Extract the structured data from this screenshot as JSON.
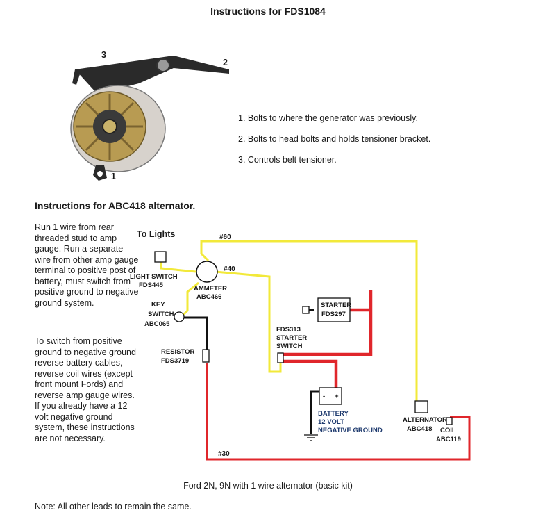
{
  "title": "Instructions for FDS1084",
  "photo": {
    "callout_numbers": [
      "3",
      "2",
      "1"
    ]
  },
  "callouts": [
    "1. Bolts to where the generator was previously.",
    "2. Bolts to head bolts and holds tensioner bracket.",
    "3. Controls belt tensioner."
  ],
  "section_title": "Instructions for ABC418 alternator.",
  "paragraph1": "Run 1 wire from rear threaded stud to amp gauge. Run a separate wire from other amp gauge terminal to positive post of battery, must switch from positive ground to negative ground system.",
  "paragraph2": "To switch from positive ground to negative ground reverse battery cables, reverse coil wires (except front mount Fords) and reverse amp gauge wires. If you already have a 12 volt negative ground system, these instructions are not necessary.",
  "diagram": {
    "to_lights": "To Lights",
    "light_switch": [
      "LIGHT SWITCH",
      "FDS445"
    ],
    "ammeter": [
      "AMMETER",
      "ABC466"
    ],
    "key_switch": [
      "KEY",
      "SWITCH",
      "ABC065"
    ],
    "resistor": [
      "RESISTOR",
      "FDS3719"
    ],
    "starter": [
      "STARTER",
      "FDS297"
    ],
    "starter_switch": [
      "FDS313",
      "STARTER",
      "SWITCH"
    ],
    "battery": [
      "BATTERY",
      "12 VOLT",
      "NEGATIVE GROUND"
    ],
    "battery_terminals": [
      "-",
      "+"
    ],
    "alternator": [
      "ALTERNATOR",
      "ABC418"
    ],
    "coil": [
      "COIL",
      "ABC119"
    ],
    "wire_labels": [
      "#60",
      "#40",
      "#30"
    ],
    "colors": {
      "yellow": "#f2e93a",
      "red": "#e0262b",
      "black": "#111111"
    }
  },
  "caption": "Ford 2N, 9N with 1 wire alternator (basic kit)",
  "note": "Note: All other leads to remain the same."
}
